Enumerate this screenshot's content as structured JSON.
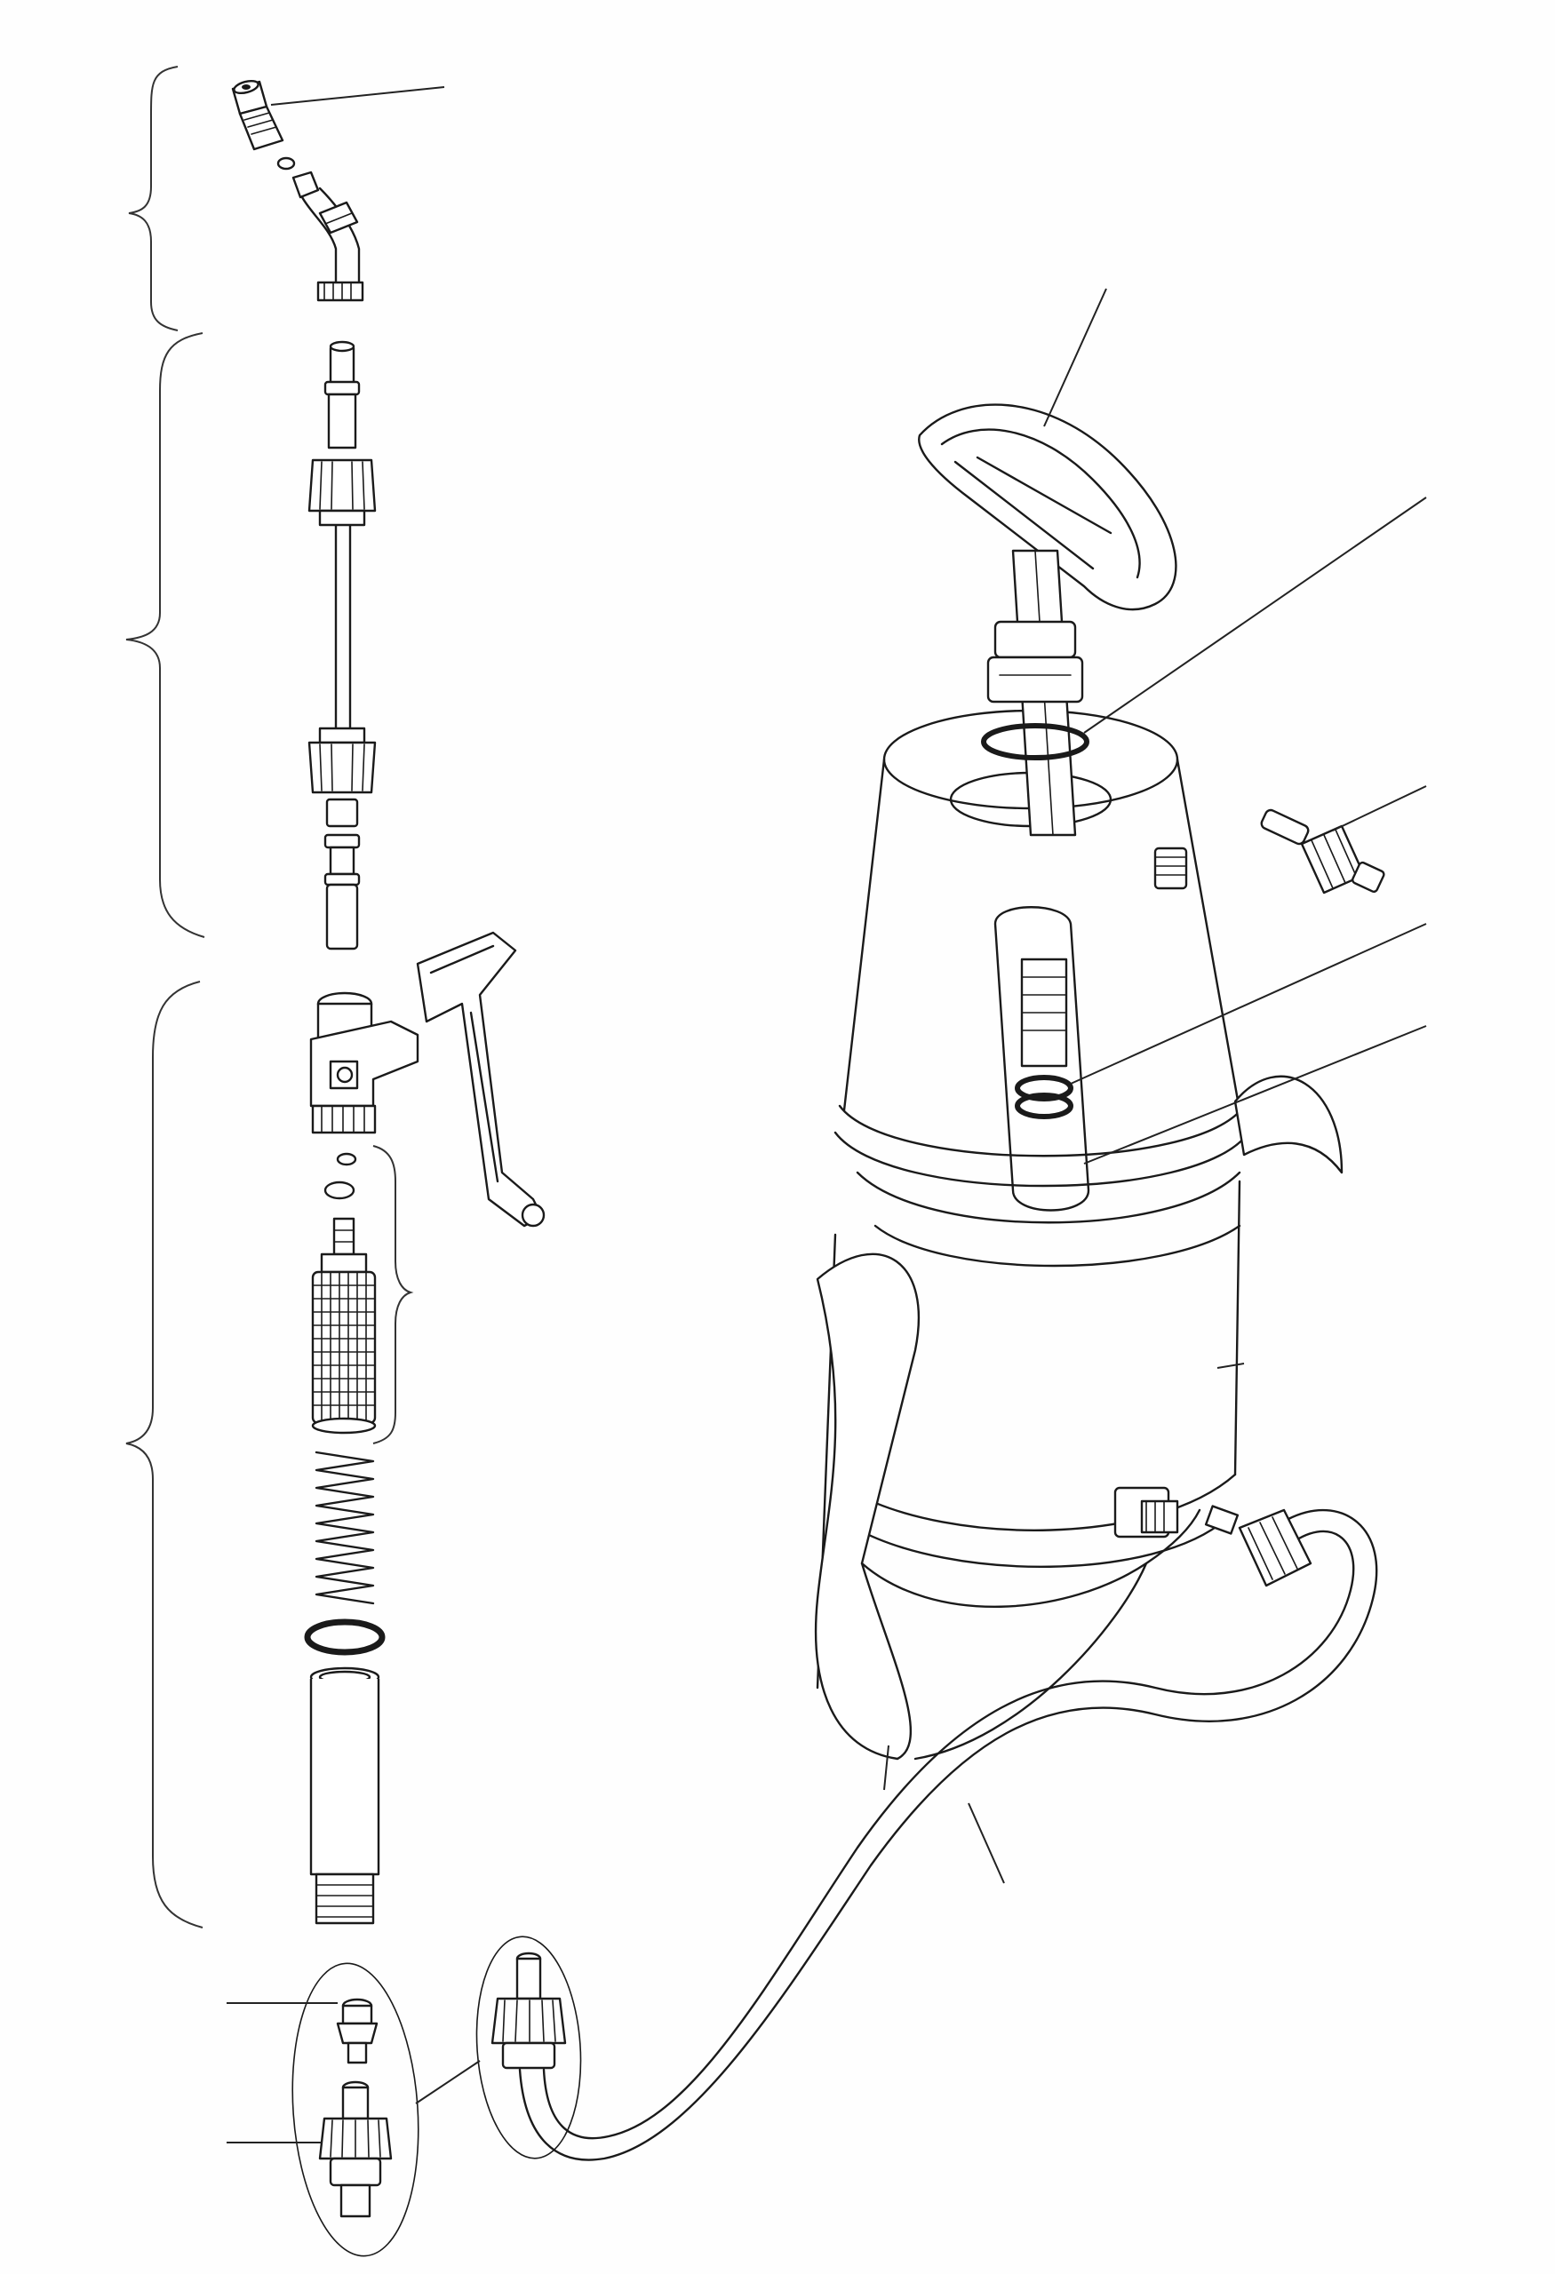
{
  "diagram": {
    "type": "exploded-parts-drawing",
    "subject": "pressure-sprayer",
    "colors": {
      "line": "#1a1a1a",
      "background": "#fefefe"
    },
    "parts": [
      "nozzle-tip",
      "nozzle-o-ring",
      "curved-lance-tube",
      "extension-wand",
      "wand-coupling-nut-upper",
      "wand-coupling-nut-lower",
      "trigger-valve-body",
      "trigger-lever",
      "filter-o-rings",
      "filter-cartridge",
      "valve-spring",
      "handle-o-ring",
      "handle-grip-tube",
      "hose-connector-insert",
      "hose-connector-nut",
      "hose-end-fitting",
      "spray-hose",
      "pump-handle",
      "pump-seal-ring",
      "pressure-relief-valve",
      "pump-piston-seal",
      "tank-body",
      "tank-hose-outlet",
      "tank-hose-connector",
      "tank-base"
    ]
  }
}
